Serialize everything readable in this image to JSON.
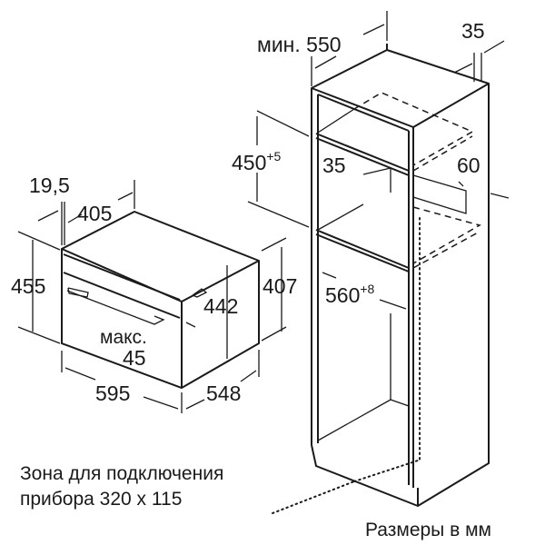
{
  "dimensions": {
    "min_label": "мин.",
    "cabinet_depth": "550",
    "back_gap": "35",
    "niche_height": "450",
    "niche_height_tol": "+5",
    "shelf_gap": "35",
    "vent_depth": "60",
    "niche_width": "560",
    "niche_width_tol": "+8",
    "front_offset": "19,5",
    "oven_depth_top": "405",
    "oven_height": "455",
    "inner_height": "442",
    "body_height": "407",
    "max_label": "макс.",
    "max_value": "45",
    "oven_width": "595",
    "oven_depth": "548"
  },
  "connection_zone": {
    "line1": "Зона для подключения",
    "line2": "прибора 320 x 115"
  },
  "units_note": "Размеры в мм"
}
